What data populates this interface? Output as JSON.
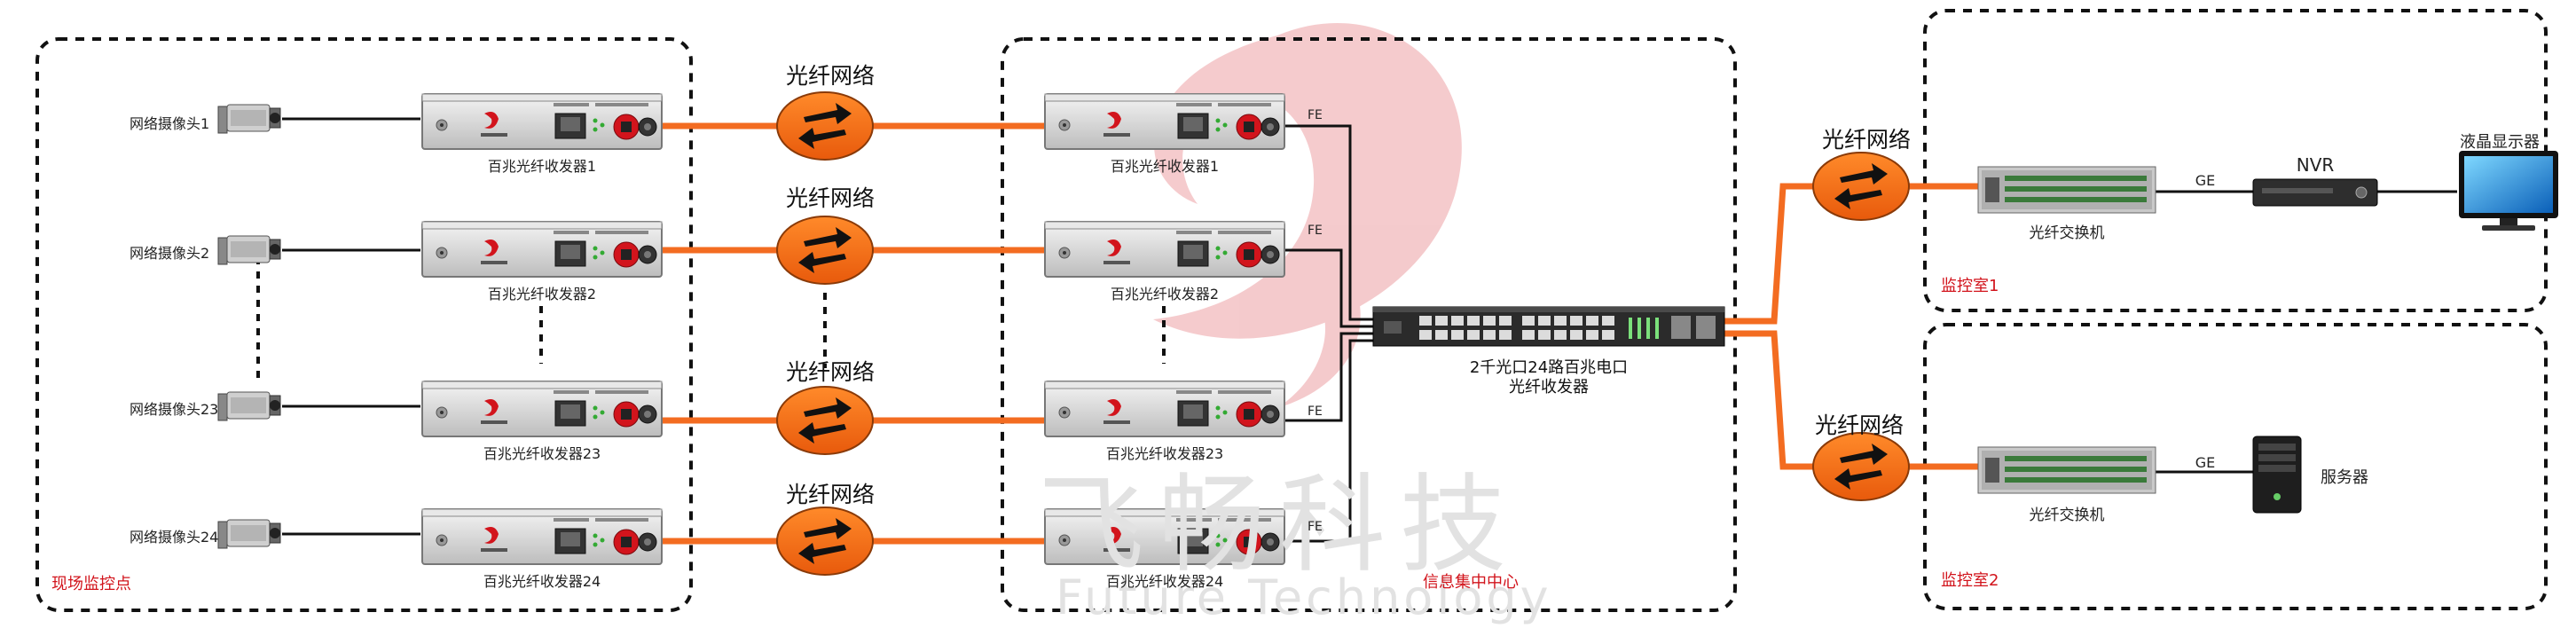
{
  "watermark": {
    "cn": "飞畅科技",
    "en": "Future Technology"
  },
  "zones": {
    "site": "现场监控点",
    "center": "信息集中中心",
    "room1": "监控室1",
    "room2": "监控室2"
  },
  "cameras": [
    "网络摄像头1",
    "网络摄像头2",
    "网络摄像头23",
    "网络摄像头24"
  ],
  "left_transceivers": [
    "百兆光纤收发器1",
    "百兆光纤收发器2",
    "百兆光纤收发器23",
    "百兆光纤收发器24"
  ],
  "center_transceivers": [
    "百兆光纤收发器1",
    "百兆光纤收发器2",
    "百兆光纤收发器23",
    "百兆光纤收发器24"
  ],
  "fiber_network_label": "光纤网络",
  "fe_label": "FE",
  "ge_label": "GE",
  "hub": {
    "line1": "2千光口24路百兆电口",
    "line2": "光纤收发器"
  },
  "fiber_switch": "光纤交换机",
  "nvr": "NVR",
  "monitor": "液晶显示器",
  "server": "服务器",
  "colors": {
    "fiber": "#f36c21",
    "zone_label": "#d2141c",
    "link": "#000000"
  }
}
